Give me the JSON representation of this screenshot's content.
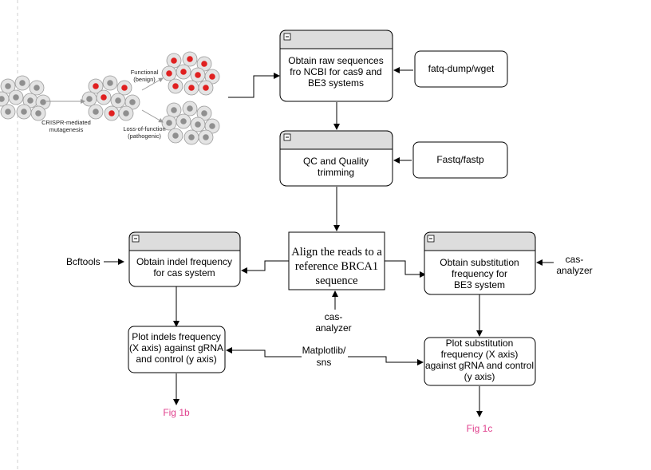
{
  "illustration": {
    "label_mutagenesis_1": "CRISPR-mediated",
    "label_mutagenesis_2": "mutagenesis",
    "label_functional_1": "Functional",
    "label_functional_2": "(benign)",
    "label_lof_1": "Loss-of-function",
    "label_lof_2": "(pathogenic)"
  },
  "nodes": {
    "raw_sequences": {
      "line1": "Obtain raw sequences",
      "line2": "fro NCBI for cas9 and",
      "line3": "BE3 systems"
    },
    "fatq_dump": {
      "line1": "fatq-dump/wget"
    },
    "qc": {
      "line1": "QC and Quality",
      "line2": "trimming"
    },
    "fastp": {
      "line1": "Fastq/fastp"
    },
    "align": {
      "line1": "Align the reads to a",
      "line2": "reference BRCA1",
      "line3": "sequence"
    },
    "indel": {
      "line1": "Obtain indel frequency",
      "line2": "for cas system"
    },
    "substitution": {
      "line1": "Obtain substitution",
      "line2": "frequency for",
      "line3": "BE3 system"
    },
    "plot_indels": {
      "line1": "Plot indels frequency",
      "line2": "(X axis) against gRNA",
      "line3": "and control (y axis)"
    },
    "plot_subst": {
      "line1": "Plot substitution",
      "line2": "frequency  (X axis)",
      "line3": "against gRNA and control",
      "line4": "(y axis)"
    }
  },
  "labels": {
    "bcftools": "Bcftools",
    "cas_analyzer_right_1": "cas-",
    "cas_analyzer_right_2": "analyzer",
    "cas_analyzer_bottom_1": "cas-",
    "cas_analyzer_bottom_2": "analyzer",
    "matplotlib_1": "Matplotlib/",
    "matplotlib_2": "sns",
    "fig1b": "Fig 1b",
    "fig1c": "Fig 1c"
  },
  "icons": {
    "collapse": "minus-box-icon"
  },
  "colors": {
    "header_fill": "#dddddd",
    "figure_label": "#e0428e",
    "red_cell": "#e02020"
  }
}
